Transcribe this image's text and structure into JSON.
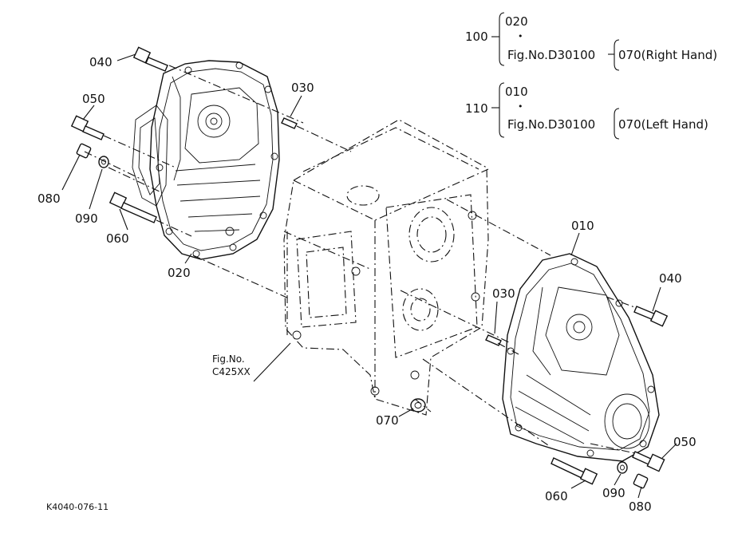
{
  "legend": {
    "group_100": {
      "number": "100",
      "items": [
        {
          "ref": "020",
          "bullet": "•",
          "fig": "Fig.No.D30100",
          "sub": "070(Right Hand)"
        }
      ]
    },
    "group_110": {
      "number": "110",
      "items": [
        {
          "ref": "010",
          "bullet": "•",
          "fig": "Fig.No.D30100",
          "sub": "070(Left Hand)"
        }
      ]
    }
  },
  "callouts": {
    "c040_left": "040",
    "c050_left": "050",
    "c080_left": "080",
    "c090_left": "090",
    "c060_left": "060",
    "c020": "020",
    "c030_top": "030",
    "c010": "010",
    "c040_right": "040",
    "c030_mid": "030",
    "c070": "070",
    "c050_right": "050",
    "c060_right": "060",
    "c090_right": "090",
    "c080_right": "080"
  },
  "figref": {
    "line1": "Fig.No.",
    "line2": "C425XX"
  },
  "drawing_code": "K4040-076-11"
}
